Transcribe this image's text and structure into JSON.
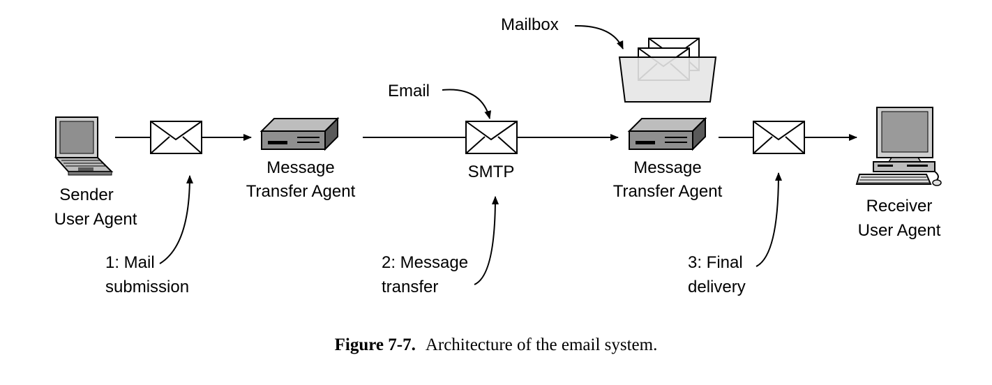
{
  "diagram": {
    "sender": {
      "line1": "Sender",
      "line2": "User Agent"
    },
    "mta_left": {
      "line1": "Message",
      "line2": "Transfer Agent"
    },
    "mta_right": {
      "line1": "Message",
      "line2": "Transfer Agent"
    },
    "receiver": {
      "line1": "Receiver",
      "line2": "User Agent"
    },
    "smtp_label": "SMTP",
    "email_label": "Email",
    "mailbox_label": "Mailbox",
    "step1": {
      "line1": "1: Mail",
      "line2": "submission"
    },
    "step2": {
      "line1": "2: Message",
      "line2": "transfer"
    },
    "step3": {
      "line1": "3: Final",
      "line2": "delivery"
    }
  },
  "caption": {
    "figure": "Figure 7-7.",
    "text": "Architecture of the email system."
  },
  "colors": {
    "device_gray": "#8f8f8f",
    "device_dark": "#5a5a5a",
    "mailbox_fill": "#e6e6e6",
    "screen_gray": "#9a9a9a"
  }
}
